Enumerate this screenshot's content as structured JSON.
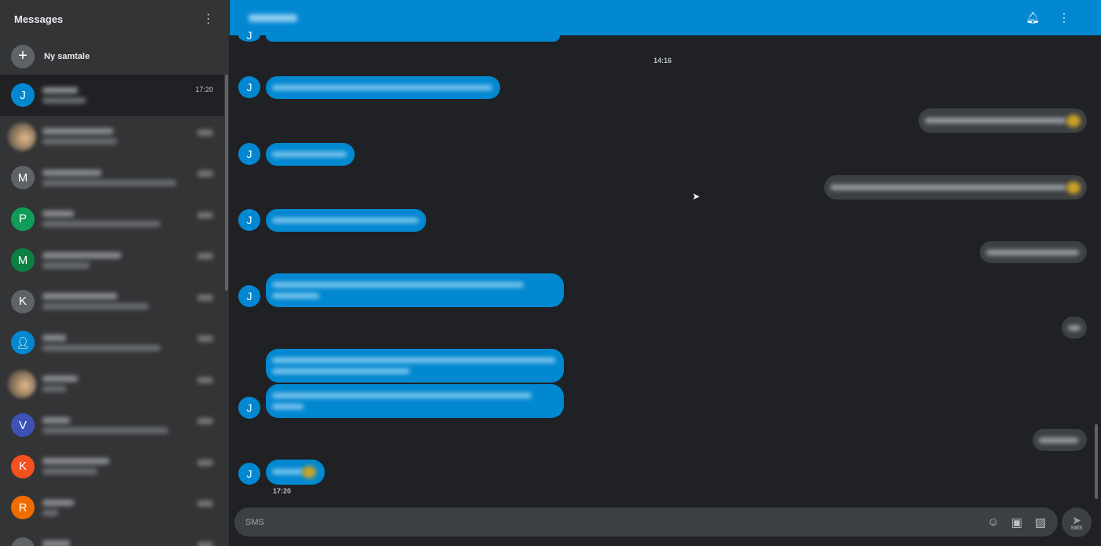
{
  "sidebar": {
    "title": "Messages",
    "new_conversation": "Ny samtale",
    "conversations": [
      {
        "avatar": "J",
        "color": "#0288d1",
        "time": "17:20",
        "selected": true
      },
      {
        "avatar": "",
        "color": "photo"
      },
      {
        "avatar": "M",
        "color": "#5f6368"
      },
      {
        "avatar": "P",
        "color": "#0f9d58"
      },
      {
        "avatar": "M",
        "color": "#0b8043"
      },
      {
        "avatar": "K",
        "color": "#5f6368"
      },
      {
        "avatar": "person-icon",
        "color": "#0288d1"
      },
      {
        "avatar": "",
        "color": "photo"
      },
      {
        "avatar": "V",
        "color": "#3f51b5"
      },
      {
        "avatar": "K",
        "color": "#f4511e"
      },
      {
        "avatar": "R",
        "color": "#ef6c00"
      },
      {
        "avatar": "",
        "color": "#5f6368"
      }
    ]
  },
  "header": {
    "accent": "#0288d1"
  },
  "chat": {
    "timestamp_top": "14:16",
    "timestamp_bottom": "17:20",
    "contact_initial": "J"
  },
  "compose": {
    "placeholder": "SMS",
    "send_label": "SMS"
  }
}
